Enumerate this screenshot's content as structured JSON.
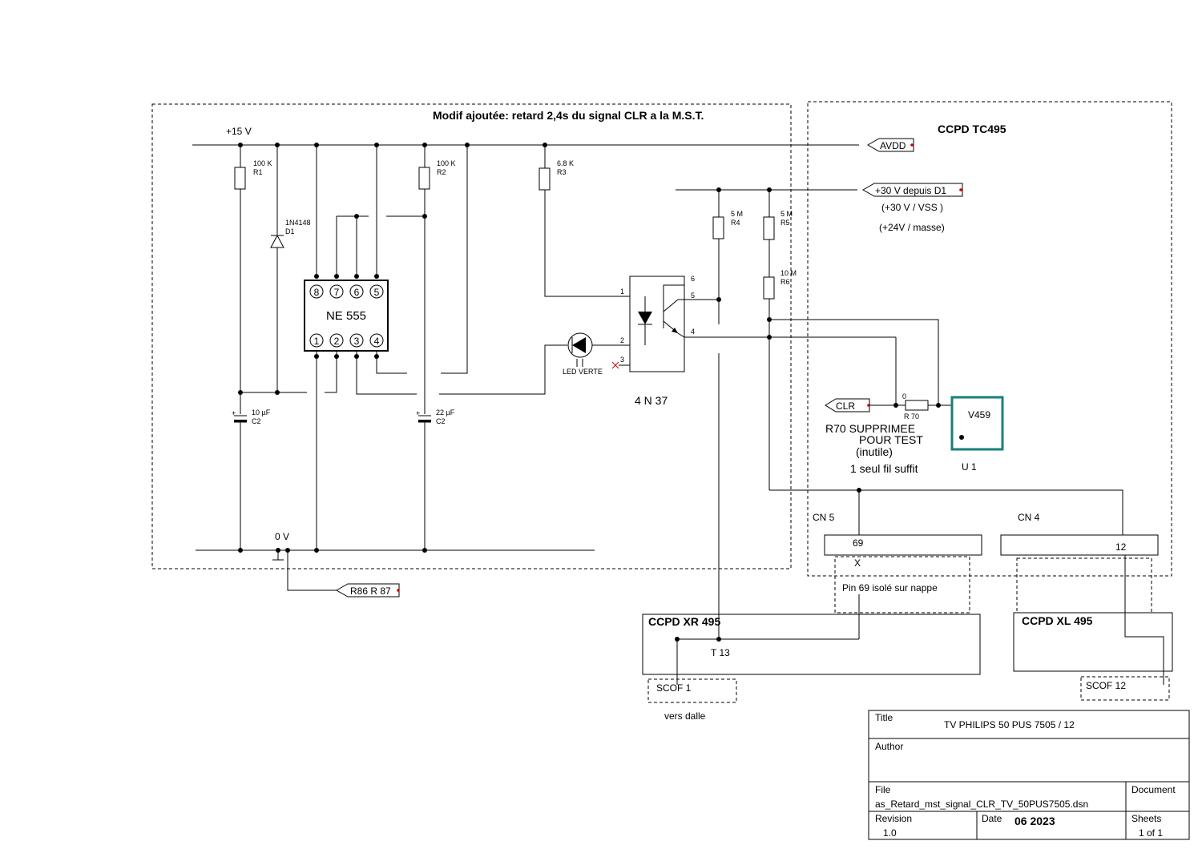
{
  "header": {
    "modif_title": "Modif ajoutée: retard 2,4s du signal CLR a la M.S.T.",
    "board_title": "CCPD TC495"
  },
  "rails": {
    "plus15": "+15 V",
    "zero": "0 V"
  },
  "ports": {
    "avdd": "AVDD",
    "plus30": "+30 V depuis D1",
    "clr": "CLR",
    "r86": "R86 R 87"
  },
  "notes": {
    "vss": "(+30 V / VSS )",
    "masse": "(+24V / masse)",
    "r70_line1": "R70 SUPPRIMEE",
    "r70_line2": "POUR  TEST",
    "r70_line3": "(inutile)",
    "fil": "1 seul fil suffit",
    "pin69": "Pin 69 isolé sur nappe",
    "dalle": "vers dalle"
  },
  "components": {
    "r1": {
      "value": "100 K",
      "ref": "R1"
    },
    "r2": {
      "value": "100 K",
      "ref": "R2"
    },
    "r3": {
      "value": "6.8 K",
      "ref": "R3"
    },
    "r4": {
      "value": "5 M",
      "ref": "R4"
    },
    "r5": {
      "value": "5 M",
      "ref": "R5"
    },
    "r6": {
      "value": "10 M",
      "ref": "R6"
    },
    "r70": {
      "value": "0",
      "ref": "R 70"
    },
    "d1": {
      "value": "1N4148",
      "ref": "D1"
    },
    "c2a": {
      "value": "10 µF",
      "ref": "C2"
    },
    "c2b": {
      "value": "22 µF",
      "ref": "C2"
    },
    "led": {
      "label": "LED VERTE"
    },
    "ic": {
      "name": "NE 555",
      "top_pins": [
        "8",
        "7",
        "6",
        "5"
      ],
      "bottom_pins": [
        "1",
        "2",
        "3",
        "4"
      ]
    },
    "opto": {
      "name": "4 N 37",
      "pins": [
        "1",
        "2",
        "3",
        "4",
        "5",
        "6"
      ]
    },
    "u1": {
      "name": "V459",
      "ref": "U 1",
      "color": "#1a7f7a"
    }
  },
  "connectors": {
    "cn5": {
      "label": "CN 5",
      "pin": "69",
      "mark": "X"
    },
    "cn4": {
      "label": "CN 4",
      "pin": "12"
    }
  },
  "boards": {
    "xr": {
      "title": "CCPD XR 495",
      "pin": "T 13"
    },
    "xl": {
      "title": "CCPD XL 495"
    }
  },
  "scof": {
    "s1": "SCOF 1",
    "s12": "SCOF 12"
  },
  "title_block": {
    "title_label": "Title",
    "title_value": "TV PHILIPS 50 PUS 7505 / 12",
    "author_label": "Author",
    "file_label": "File",
    "file_value": "as_Retard_mst_signal_CLR_TV_50PUS7505.dsn",
    "document_label": "Document",
    "revision_label": "Revision",
    "revision_value": "1.0",
    "date_label": "Date",
    "date_value": "06 2023",
    "sheets_label": "Sheets",
    "sheets_value": "1 of 1"
  },
  "colors": {
    "wire": "#000000",
    "port_marker": "#cc0000",
    "u1_border": "#1a7f7a"
  }
}
